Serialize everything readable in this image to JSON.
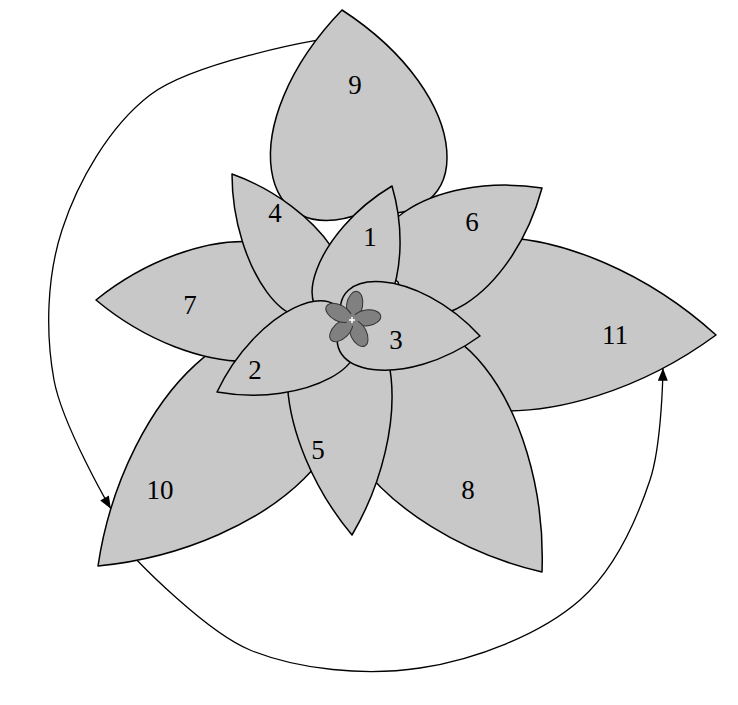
{
  "diagram": {
    "nodes": [
      {
        "text": [
          "1"
        ]
      },
      {
        "text": [
          "2"
        ]
      },
      {
        "text": [
          "3"
        ]
      },
      {
        "text": [
          "4"
        ]
      },
      {
        "text": [
          "5"
        ]
      },
      {
        "text": [
          "6"
        ]
      },
      {
        "text": [
          "7"
        ]
      },
      {
        "text": [
          "8"
        ]
      },
      {
        "text": [
          "9"
        ]
      },
      {
        "text": [
          "10"
        ]
      },
      {
        "text": [
          "11"
        ]
      }
    ],
    "edges": [
      {
        "from": 8,
        "to": 9,
        "arrow": "to"
      },
      {
        "from": 9,
        "to": 10,
        "arrow": "to"
      }
    ]
  }
}
